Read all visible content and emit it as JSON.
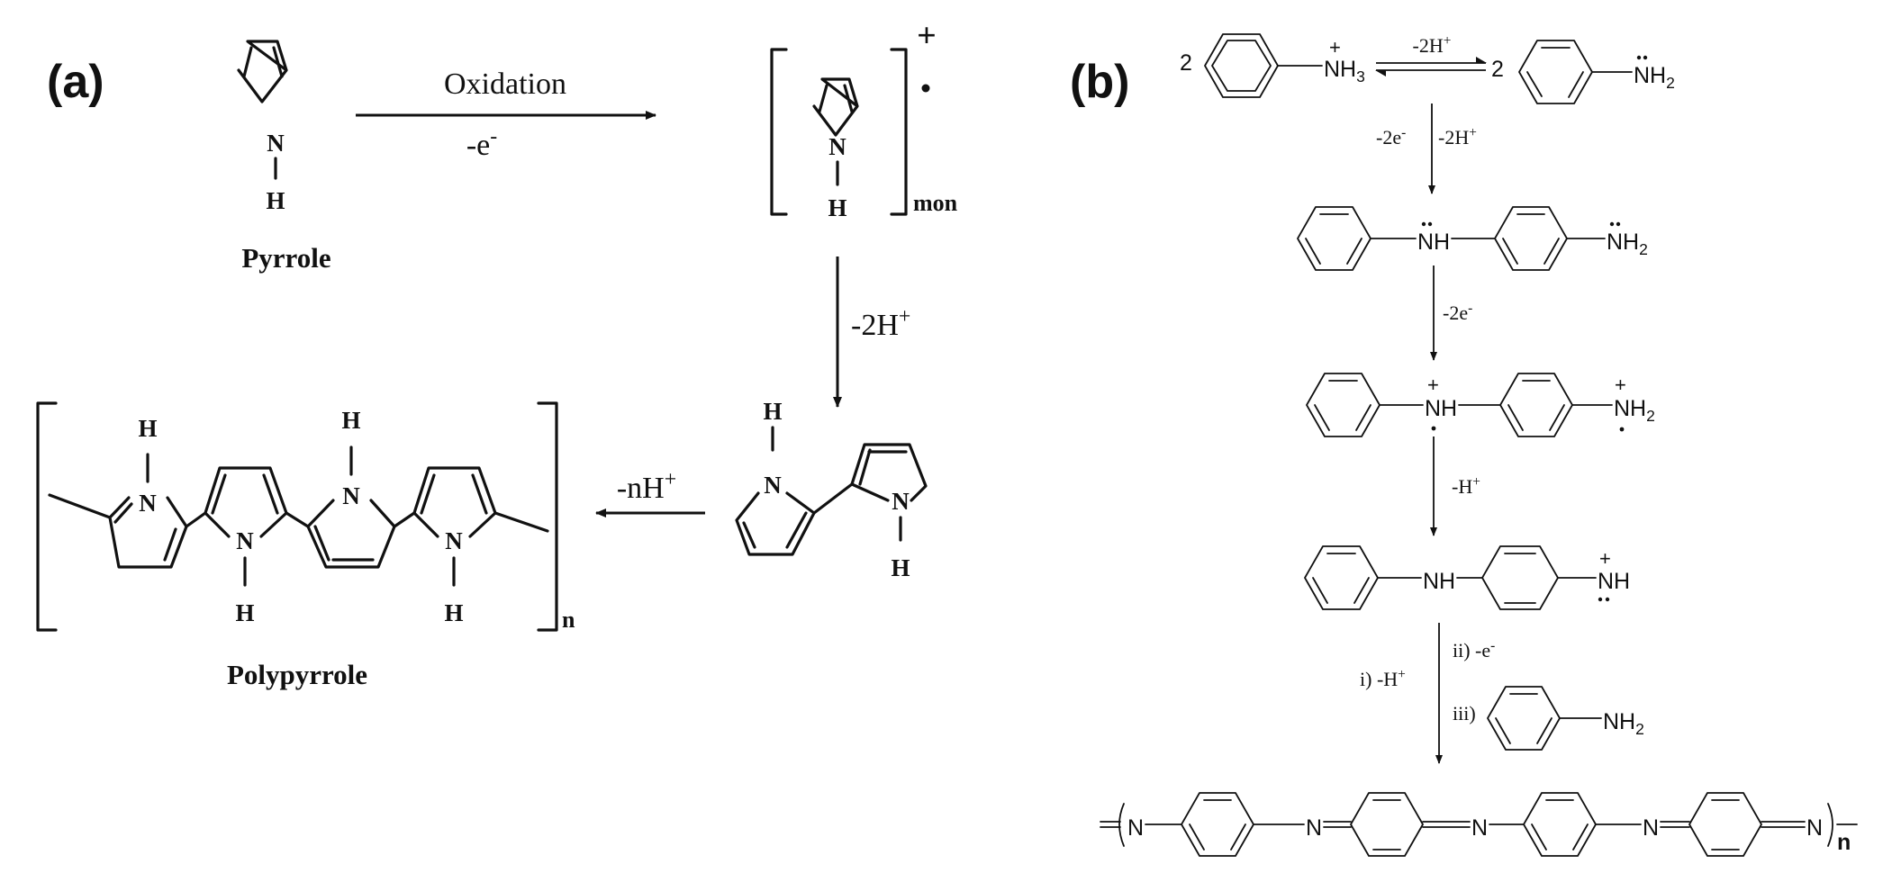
{
  "panel_a": {
    "label": "(a)",
    "monomer_name": "Pyrrole",
    "oxidation_label": "Oxidation",
    "electron_loss": "-e",
    "electron_sup": "-",
    "radical_charge": "+",
    "radical_sub": "mon",
    "deprotonation": "-2H",
    "deprotonation_sup": "+",
    "polymerization": "-nH",
    "polymerization_sup": "+",
    "polymer_name": "Polypyrrole",
    "repeat_sub": "n",
    "atom_n": "N",
    "atom_h": "H"
  },
  "panel_b": {
    "label": "(b)",
    "coefficient_left": "2",
    "coefficient_right": "2",
    "anilinium": "NH",
    "anilinium_sub": "3",
    "aniline": "NH",
    "aniline_sub": "2",
    "equilibrium": "-2H",
    "equilibrium_sup": "+",
    "step1_e": "-2e",
    "step1_e_sup": "-",
    "step1_h": "-2H",
    "step1_h_sup": "+",
    "dimer_nh": "NH",
    "dimer_nh2": "NH",
    "dimer_nh2_sub": "2",
    "step2_e": "-2e",
    "step2_e_sup": "-",
    "cation_nh": "NH",
    "cation_nh2": "NH",
    "cation_nh2_sub": "2",
    "step3_h": "-H",
    "step3_h_sup": "+",
    "quinoid_nh": "NH",
    "quinoid_nh_end": "NH",
    "step4_i": "i) -H",
    "step4_i_sup": "+",
    "step4_ii": "ii) -e",
    "step4_ii_sup": "-",
    "step4_iii": "iii)",
    "reagent_nh2": "NH",
    "reagent_nh2_sub": "2",
    "polymer_n": "N",
    "repeat_sub": "n",
    "plus": "+"
  }
}
